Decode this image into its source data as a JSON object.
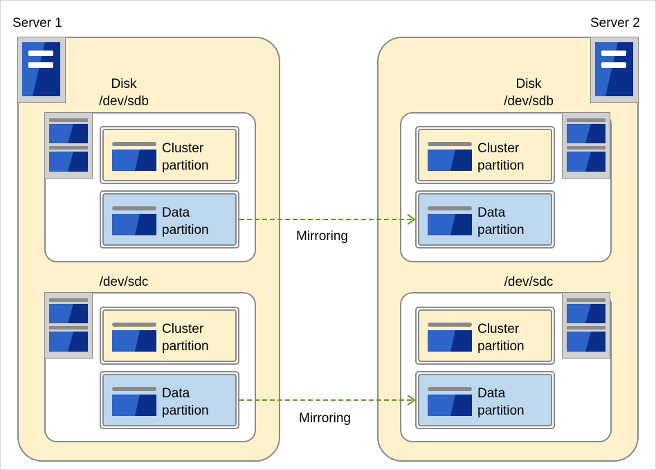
{
  "colors": {
    "server_fill": "#fff1cc",
    "data_fill": "#bdd7ee",
    "border": "#8a8a8a",
    "icon_light": "#2e63c7",
    "icon_dark": "#0a2f8a",
    "arrow": "#5e9a1c"
  },
  "servers": [
    {
      "label": "Server 1",
      "icon": "server-icon",
      "disks": [
        {
          "label_line1": "Disk",
          "label_line2": "/dev/sdb",
          "icon": "disk-icon",
          "partitions": [
            {
              "line1": "Cluster",
              "line2": "partition",
              "icon": "partition-icon"
            },
            {
              "line1": "Data",
              "line2": "partition",
              "icon": "partition-icon"
            }
          ]
        },
        {
          "label_line1": "",
          "label_line2": "/dev/sdc",
          "icon": "disk-icon",
          "partitions": [
            {
              "line1": "Cluster",
              "line2": "partition",
              "icon": "partition-icon"
            },
            {
              "line1": "Data",
              "line2": "partition",
              "icon": "partition-icon"
            }
          ]
        }
      ]
    },
    {
      "label": "Server 2",
      "icon": "server-icon",
      "disks": [
        {
          "label_line1": "Disk",
          "label_line2": "/dev/sdb",
          "icon": "disk-icon",
          "partitions": [
            {
              "line1": "Cluster",
              "line2": "partition",
              "icon": "partition-icon"
            },
            {
              "line1": "Data",
              "line2": "partition",
              "icon": "partition-icon"
            }
          ]
        },
        {
          "label_line1": "",
          "label_line2": "/dev/sdc",
          "icon": "disk-icon",
          "partitions": [
            {
              "line1": "Cluster",
              "line2": "partition",
              "icon": "partition-icon"
            },
            {
              "line1": "Data",
              "line2": "partition",
              "icon": "partition-icon"
            }
          ]
        }
      ]
    }
  ],
  "connections": [
    {
      "label": "Mirroring",
      "from": "Server 1 /dev/sdb Data partition",
      "to": "Server 2 /dev/sdb Data partition",
      "style": "dashed-arrow"
    },
    {
      "label": "Mirroring",
      "from": "Server 1 /dev/sdc Data partition",
      "to": "Server 2 /dev/sdc Data partition",
      "style": "dashed-arrow"
    }
  ]
}
